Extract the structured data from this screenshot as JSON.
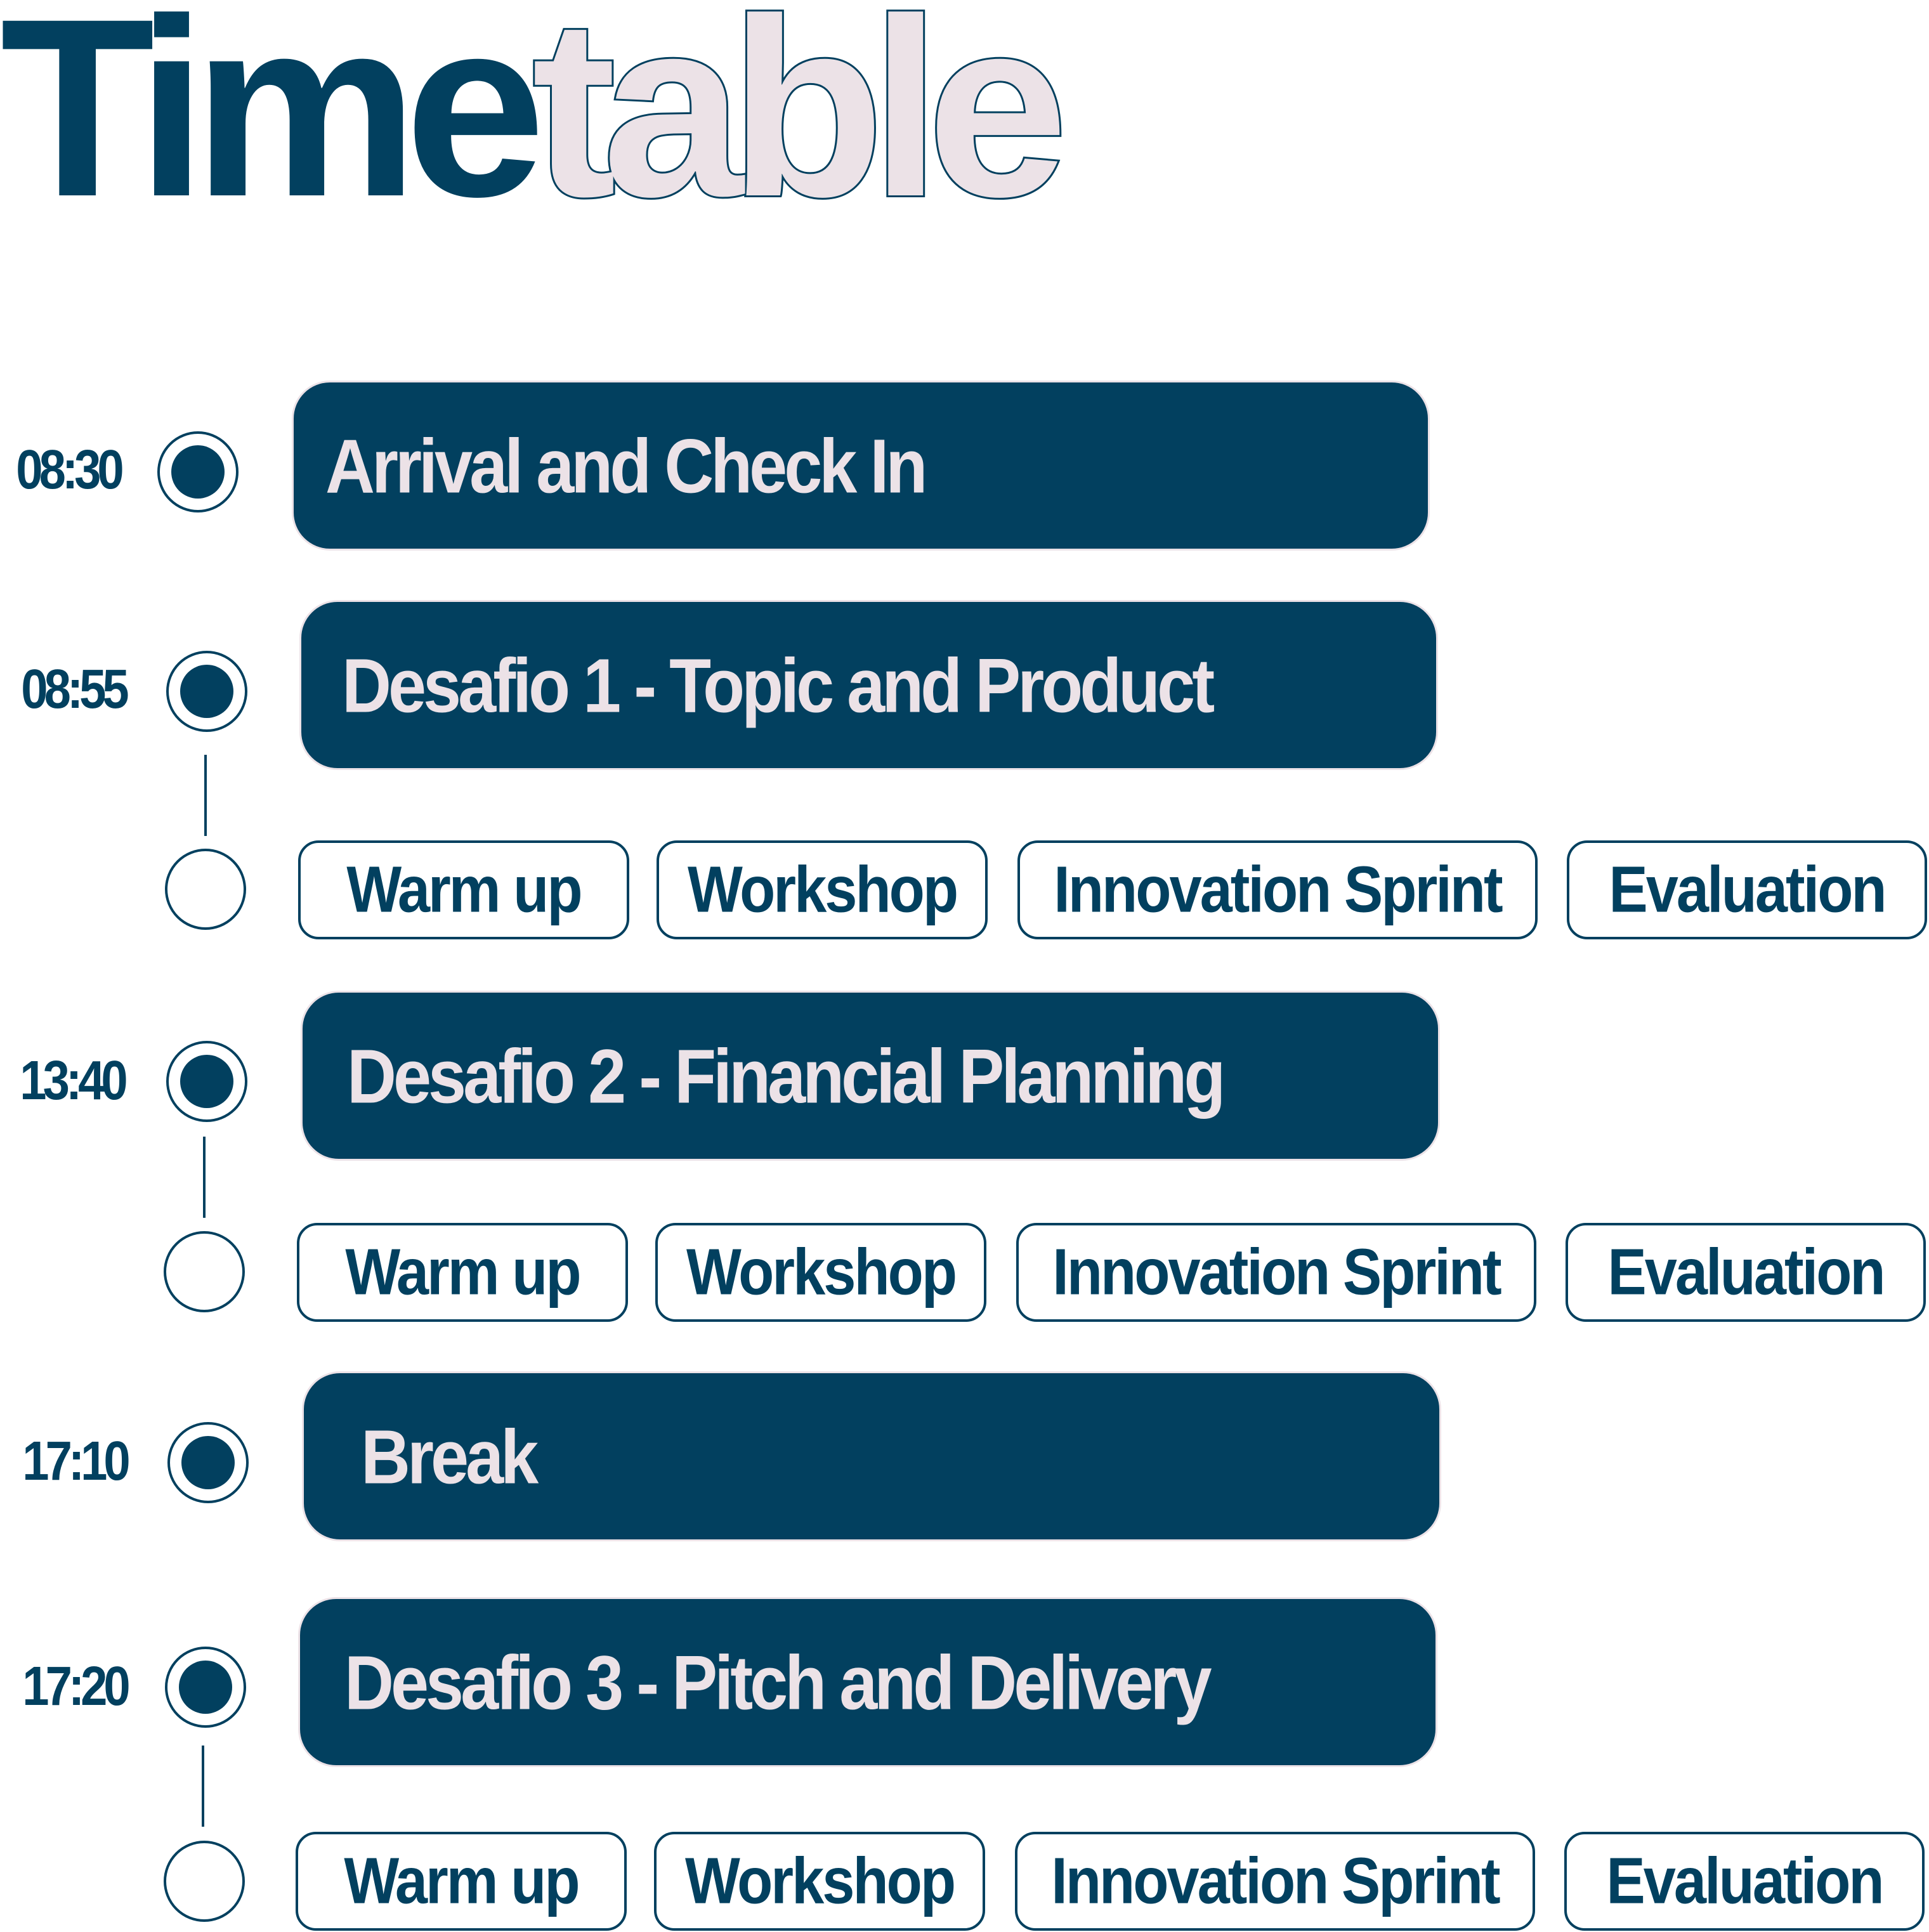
{
  "title": {
    "part1": "Time",
    "part2": "table"
  },
  "events": [
    {
      "time": "08:30",
      "label": "Arrival and Check In"
    },
    {
      "time": "08:55",
      "label": "Desafio 1 - Topic and Product",
      "activities": [
        "Warm up",
        "Workshop",
        "Innovation Sprint",
        "Evaluation"
      ]
    },
    {
      "time": "13:40",
      "label": "Desafio 2 - Financial Planning",
      "activities": [
        "Warm up",
        "Workshop",
        "Innovation Sprint",
        "Evaluation"
      ]
    },
    {
      "time": "17:10",
      "label": "Break"
    },
    {
      "time": "17:20",
      "label": "Desafio 3 - Pitch and Delivery",
      "activities": [
        "Warm up",
        "Workshop",
        "Innovation Sprint",
        "Evaluation"
      ]
    }
  ],
  "colors": {
    "primary": "#02405f",
    "accent": "#ece2e7",
    "background": "#ffffff"
  }
}
